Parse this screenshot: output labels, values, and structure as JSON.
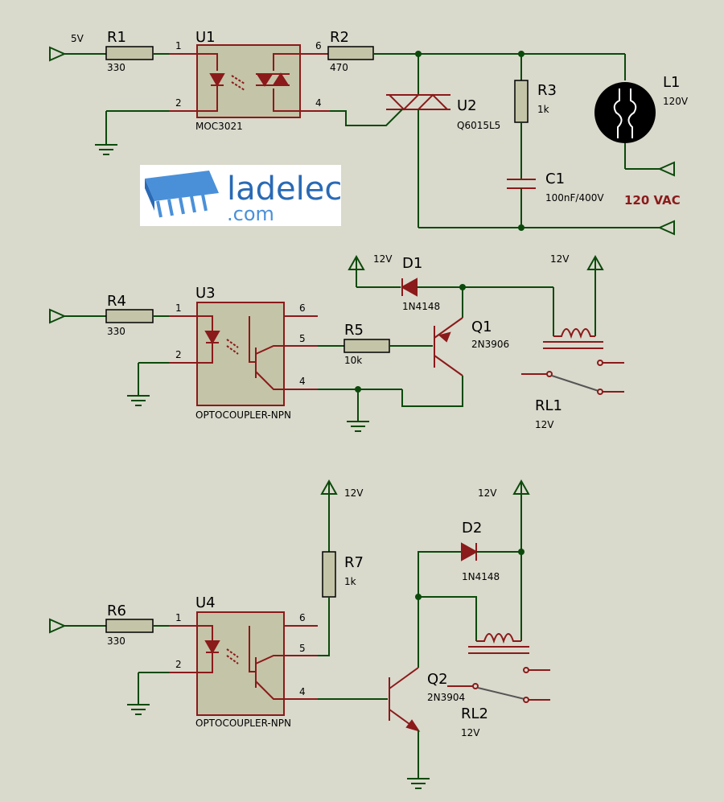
{
  "logo": {
    "name_top": "ladelec",
    "name_bottom": ".com"
  },
  "circuit1": {
    "supply": "5V",
    "r1": {
      "ref": "R1",
      "value": "330"
    },
    "u1": {
      "ref": "U1",
      "part": "MOC3021",
      "pin1": "1",
      "pin2": "2",
      "pin6": "6",
      "pin4": "4"
    },
    "r2": {
      "ref": "R2",
      "value": "470"
    },
    "u2": {
      "ref": "U2",
      "part": "Q6015L5"
    },
    "r3": {
      "ref": "R3",
      "value": "1k"
    },
    "c1": {
      "ref": "C1",
      "value": "100nF/400V"
    },
    "l1": {
      "ref": "L1",
      "value": "120V"
    },
    "ac_label": "120 VAC",
    "colors": {
      "ac_label": "#8b1a1a"
    }
  },
  "circuit2": {
    "r4": {
      "ref": "R4",
      "value": "330"
    },
    "u3": {
      "ref": "U3",
      "part": "OPTOCOUPLER-NPN",
      "pin1": "1",
      "pin2": "2",
      "pin6": "6",
      "pin5": "5",
      "pin4": "4"
    },
    "r5": {
      "ref": "R5",
      "value": "10k"
    },
    "d1": {
      "ref": "D1",
      "part": "1N4148"
    },
    "q1": {
      "ref": "Q1",
      "part": "2N3906"
    },
    "rl1": {
      "ref": "RL1",
      "value": "12V"
    },
    "supply_a": "12V",
    "supply_b": "12V"
  },
  "circuit3": {
    "r6": {
      "ref": "R6",
      "value": "330"
    },
    "u4": {
      "ref": "U4",
      "part": "OPTOCOUPLER-NPN",
      "pin1": "1",
      "pin2": "2",
      "pin6": "6",
      "pin5": "5",
      "pin4": "4"
    },
    "r7": {
      "ref": "R7",
      "value": "1k"
    },
    "d2": {
      "ref": "D2",
      "part": "1N4148"
    },
    "q2": {
      "ref": "Q2",
      "part": "2N3904"
    },
    "rl2": {
      "ref": "RL2",
      "value": "12V"
    },
    "supply_a": "12V",
    "supply_b": "12V"
  }
}
